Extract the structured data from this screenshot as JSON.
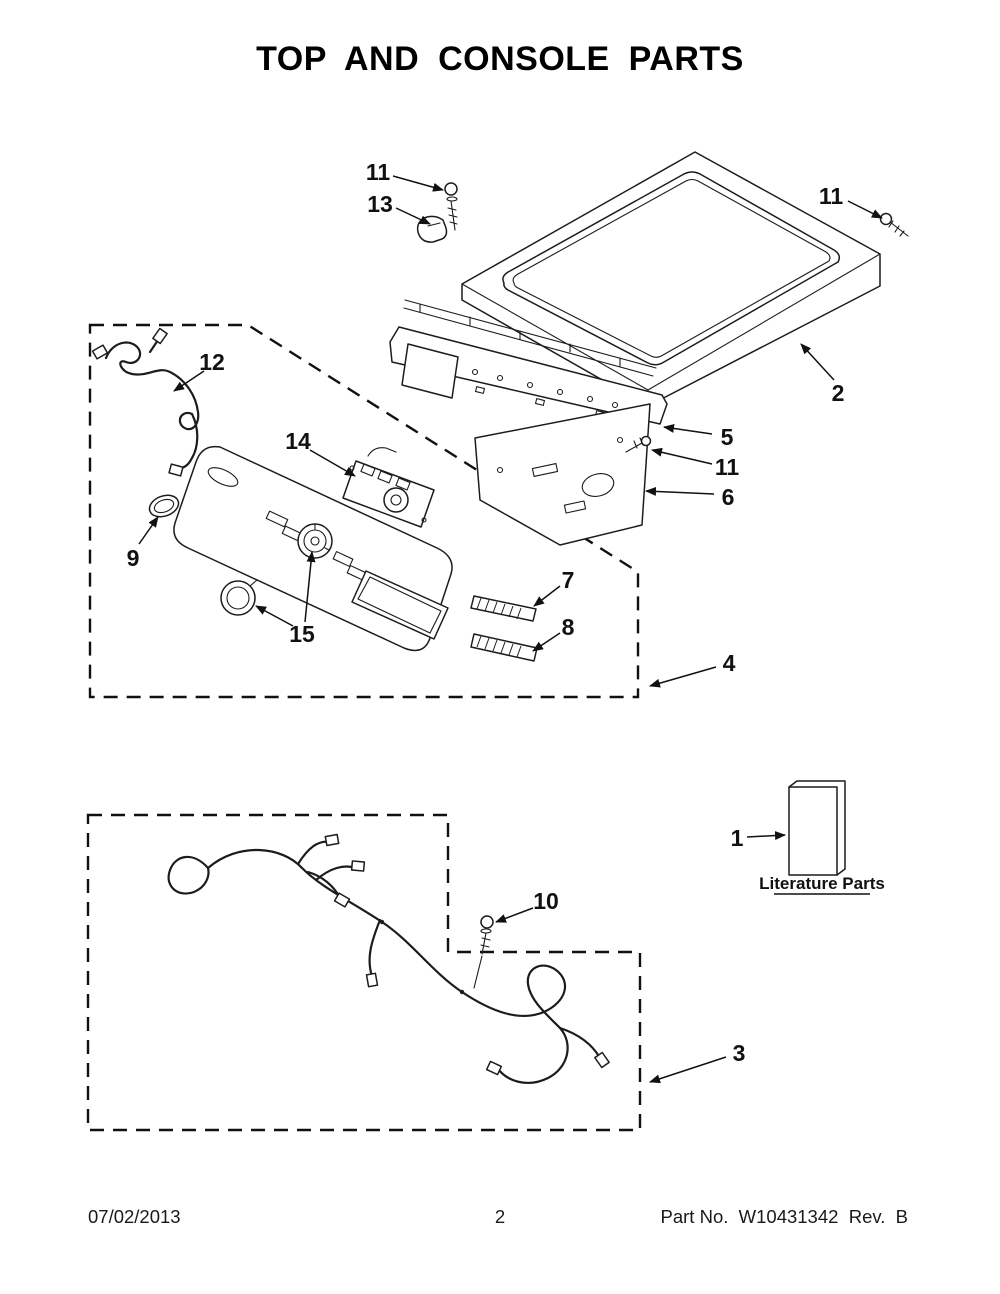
{
  "page": {
    "title": "TOP AND CONSOLE PARTS",
    "footer": {
      "date": "07/02/2013",
      "page_number": "2",
      "part_no": "Part No.  W10431342  Rev.  B"
    }
  },
  "diagram": {
    "literature_label": "Literature Parts",
    "callouts": {
      "c11_top": "11",
      "c13": "13",
      "c11_right": "11",
      "c2": "2",
      "c12": "12",
      "c14": "14",
      "c5": "5",
      "c11_mid": "11",
      "c6": "6",
      "c9": "9",
      "c7": "7",
      "c8": "8",
      "c4": "4",
      "c15": "15",
      "c1": "1",
      "c10": "10",
      "c3": "3"
    }
  }
}
